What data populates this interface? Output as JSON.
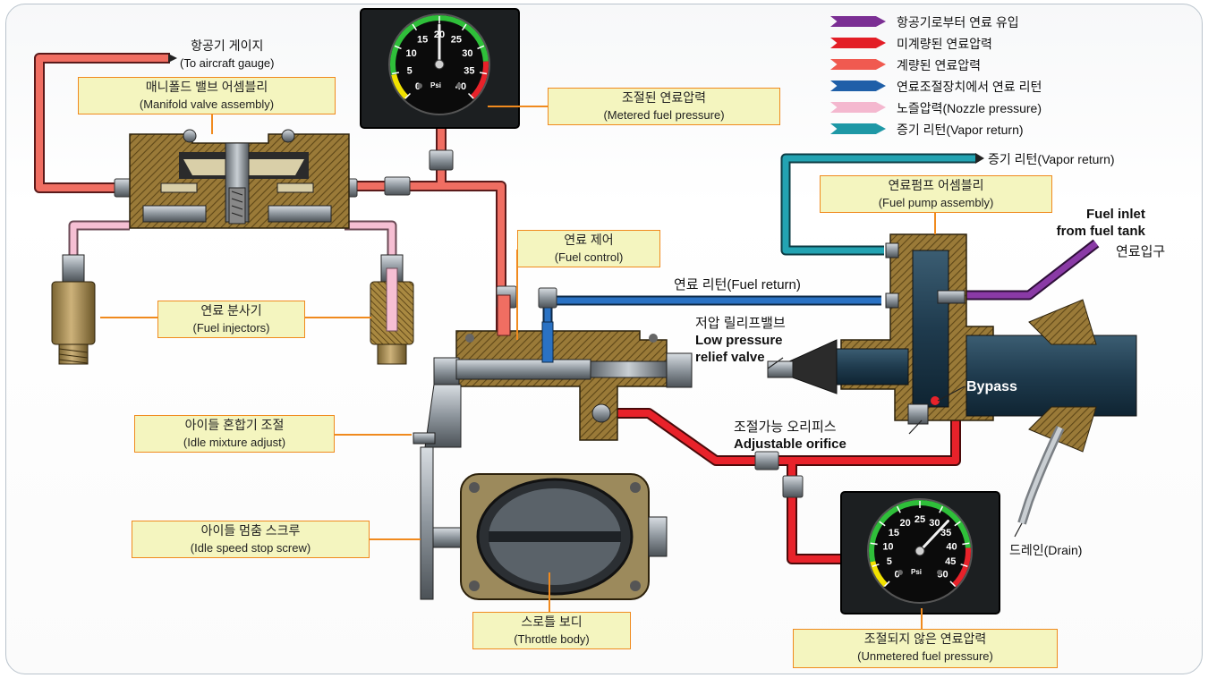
{
  "legend": [
    {
      "label": "항공기로부터 연료 유입",
      "color": "#7b2f94"
    },
    {
      "label": "미계량된 연료압력",
      "color": "#e31e26"
    },
    {
      "label": "계량된 연료압력",
      "color": "#f05a50"
    },
    {
      "label": "연료조절장치에서 연료 리턴",
      "color": "#1f5fa8"
    },
    {
      "label": "노즐압력(Nozzle pressure)",
      "color": "#f4b8cf"
    },
    {
      "label": "증기 리턴(Vapor return)",
      "color": "#1e98a6"
    }
  ],
  "callouts": {
    "manifold_valve": {
      "ko": "매니폴드 밸브 어셈블리",
      "en": "(Manifold valve assembly)"
    },
    "metered_pressure": {
      "ko": "조절된 연료압력",
      "en": "(Metered fuel pressure)"
    },
    "fuel_pump": {
      "ko": "연료펌프 어셈블리",
      "en": "(Fuel pump assembly)"
    },
    "fuel_control": {
      "ko": "연료 제어",
      "en": "(Fuel control)"
    },
    "fuel_injectors": {
      "ko": "연료 분사기",
      "en": "(Fuel injectors)"
    },
    "idle_mixture": {
      "ko": "아이들 혼합기 조절",
      "en": "(Idle mixture adjust)"
    },
    "idle_speed": {
      "ko": "아이들 멈춤 스크루",
      "en": "(Idle speed stop screw)"
    },
    "throttle_body": {
      "ko": "스로틀 보디",
      "en": "(Throttle body)"
    },
    "unmetered_pressure": {
      "ko": "조절되지 않은 연료압력",
      "en": "(Unmetered fuel pressure)"
    }
  },
  "annotations": {
    "aircraft_gauge_ko": "항공기 게이지",
    "aircraft_gauge_en": "(To aircraft gauge)",
    "vapor_return": "증기 리턴(Vapor return)",
    "fuel_inlet_line1": "Fuel inlet",
    "fuel_inlet_line2": "from fuel tank",
    "fuel_inlet_ko": "연료입구",
    "fuel_return": "연료 리턴(Fuel return)",
    "relief_ko": "저압 릴리프밸브",
    "relief_en1": "Low pressure",
    "relief_en2": "relief valve",
    "bypass": "Bypass",
    "orifice_ko": "조절가능 오리피스",
    "orifice_en": "Adjustable orifice",
    "drain": "드레인(Drain)"
  },
  "gauges": {
    "metered": {
      "unit": "Psi",
      "ticks": [
        "0",
        "5",
        "10",
        "15",
        "20",
        "25",
        "30",
        "35",
        "40"
      ],
      "needle_value": 20,
      "max": 40
    },
    "unmetered": {
      "unit": "Psi",
      "ticks": [
        "0",
        "5",
        "10",
        "15",
        "20",
        "25",
        "30",
        "35",
        "40",
        "45",
        "50"
      ],
      "needle_value": 33,
      "max": 50
    }
  }
}
